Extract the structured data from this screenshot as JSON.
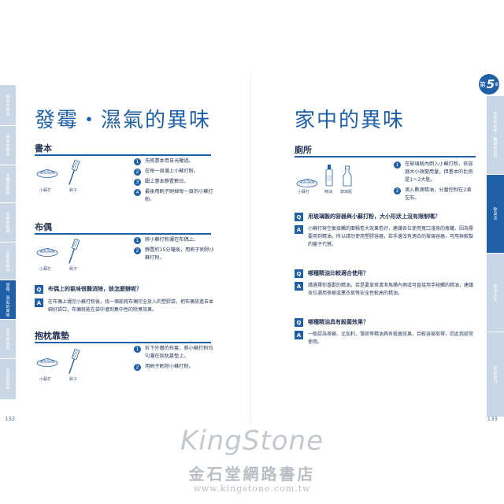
{
  "left_page": {
    "tabs": [
      "廚房的異味",
      "廚房的異味",
      "衣櫃的異味",
      "浴廁的異味",
      "玄關的異味",
      "發霉．濕氣的異味",
      "家中的異味",
      "其他的異味"
    ],
    "title": "發霉・濕氣的異味",
    "page_number": "132",
    "sections": [
      {
        "heading": "書本",
        "tools": [
          "小蘇打",
          "刷子"
        ],
        "steps": [
          "先將書本用日光曬過。",
          "在每一頁灑上小蘇打粉。",
          "闔上書本靜置數日。",
          "最後用刷子刷掉每一頁的小蘇打粉。"
        ]
      },
      {
        "heading": "布偶",
        "tools": [
          "小蘇打",
          "刷子"
        ],
        "steps": [
          "將小蘇打粉灑在布偶上。",
          "靜置約15分鐘後，用刷子刷除小蘇打粉。"
        ]
      },
      {
        "heading": "抱枕靠墊",
        "tools": [
          "小蘇打",
          "刷子"
        ],
        "steps": [
          "拆下外層的布套，將小蘇打粉均勻灑在抱枕靠墊上。",
          "用刷子刷除小蘇打粉。"
        ]
      }
    ],
    "qa": {
      "q": "布偶上的氣味很難消除，該怎麼辦呢？",
      "a": "在布偶上灑完小蘇打粉後，找一個能將布偶完全放入的塑膠袋，把布偶放進去並綁好袋口，布偶就能在袋中灌到集中性的除臭效果。"
    }
  },
  "right_page": {
    "chapter_label": "第",
    "chapter_number": "5",
    "chapter_suffix": "章",
    "tabs": [
      "去除好氣味・離開的技巧",
      "除臭法",
      "除濕方法",
      "除臭技巧"
    ],
    "title": "家中的異味",
    "page_number": "133",
    "section": {
      "heading": "廁所",
      "tools": [
        "小蘇打",
        "精油",
        "玻璃瓶"
      ],
      "steps": [
        "在玻璃瓶內倒入小蘇打粉，依容器大小改變用量，但基本的比例是1〜2大匙。",
        "滴入數滴精油，分量控制在2滴左右。"
      ]
    },
    "qa": [
      {
        "q": "用玻璃製的容器與小蘇打粉，大小形狀上沒有限制嗎？",
        "a": "小蘇打與空氣接觸的面積愈大效果愈好，建議各位使用寬口淺身的瓶罐。因為需要用到精油，所以請勿使用塑膠容器，若手邊沒有適合的玻璃容器，可用與較製的盤子代替。"
      },
      {
        "q": "哪種精油比較適合使用？",
        "a": "請選擇你喜歡的精油。若是要拿來清潔馬桶內側或可直接用手碰觸的精油，建議各位選用茶樹或薰衣草等安全性較高的精油。"
      },
      {
        "q": "哪種精油具有殺菌效果？",
        "a": "一般認為茶樹、尤加利、薄荷等精油具有殺菌效果，且較容易取得，因此我經常使用。"
      }
    ]
  },
  "watermark": {
    "brand": "KingStone",
    "chinese": "金石堂網路書店",
    "url": "www.kingstone.com.tw"
  },
  "labels": {
    "q": "Q",
    "a": "A"
  },
  "colors": {
    "accent": "#1f5fa5",
    "tab_inactive": "#c9d6e6"
  }
}
